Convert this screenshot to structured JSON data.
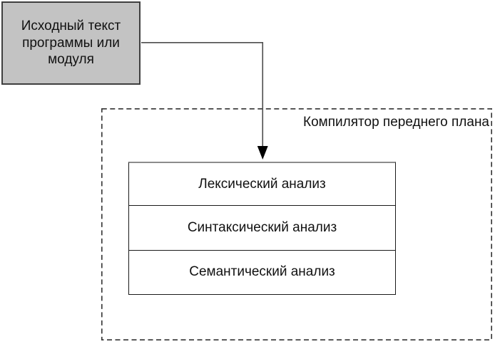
{
  "diagram": {
    "source_box": {
      "lines": [
        "Исходный текст",
        "программы или",
        "модуля"
      ]
    },
    "frontend_group": {
      "title": "Компилятор переднего плана",
      "stages": [
        {
          "label": "Лексический анализ"
        },
        {
          "label": "Синтаксический анализ"
        },
        {
          "label": "Семантический анализ"
        }
      ]
    }
  },
  "colors": {
    "background": "#ffffff",
    "text": "#111111",
    "source_box_fill": "#c3c3c3",
    "source_box_border": "#3f3f3f",
    "stage_box_fill": "#ffffff",
    "stage_box_border": "#1a1a1a",
    "stage_top_edge": "#8c8c8c",
    "dashed_border": "#333333",
    "connector": "#4d4d4d",
    "arrowhead": "#000000"
  }
}
